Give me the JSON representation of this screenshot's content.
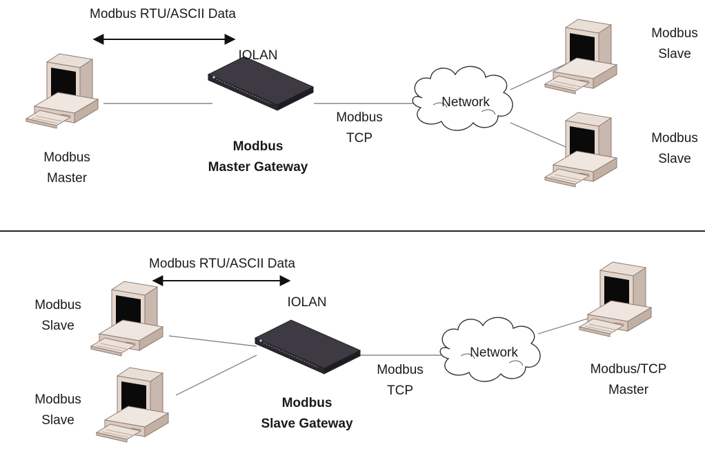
{
  "top": {
    "data_label": "Modbus RTU/ASCII Data",
    "iolan_label": "IOLAN",
    "master": [
      "Modbus",
      "Master"
    ],
    "gateway": [
      "Modbus",
      "Master Gateway"
    ],
    "tcp": [
      "Modbus",
      "TCP"
    ],
    "network": "Network",
    "slave1": [
      "Modbus",
      "Slave"
    ],
    "slave2": [
      "Modbus",
      "Slave"
    ]
  },
  "bottom": {
    "data_label": "Modbus RTU/ASCII Data",
    "iolan_label": "IOLAN",
    "slave1": [
      "Modbus",
      "Slave"
    ],
    "slave2": [
      "Modbus",
      "Slave"
    ],
    "gateway": [
      "Modbus",
      "Slave Gateway"
    ],
    "tcp": [
      "Modbus",
      "TCP"
    ],
    "network": "Network",
    "master": [
      "Modbus/TCP",
      "Master"
    ]
  }
}
